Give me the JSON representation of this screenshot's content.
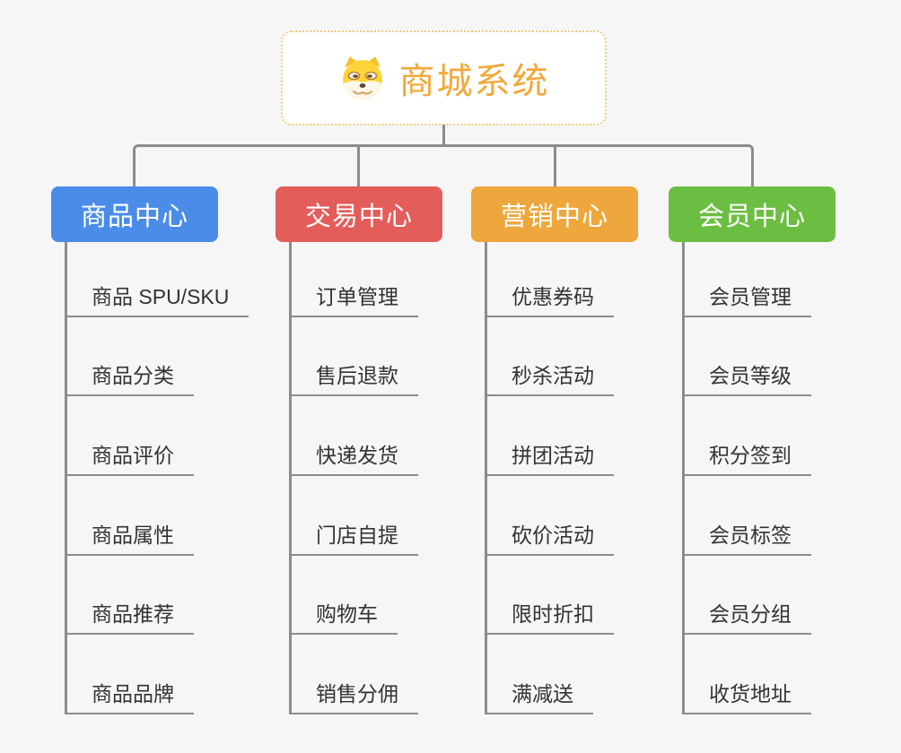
{
  "root": {
    "title": "商城系统",
    "icon": "doge-face-icon"
  },
  "branches": [
    {
      "id": "product-center",
      "label": "商品中心",
      "color": "#4a8ce8",
      "items": [
        "商品 SPU/SKU",
        "商品分类",
        "商品评价",
        "商品属性",
        "商品推荐",
        "商品品牌"
      ]
    },
    {
      "id": "trade-center",
      "label": "交易中心",
      "color": "#e35d5b",
      "items": [
        "订单管理",
        "售后退款",
        "快递发货",
        "门店自提",
        "购物车",
        "销售分佣"
      ]
    },
    {
      "id": "marketing-center",
      "label": "营销中心",
      "color": "#eea73c",
      "items": [
        "优惠券码",
        "秒杀活动",
        "拼团活动",
        "砍价活动",
        "限时折扣",
        "满减送"
      ]
    },
    {
      "id": "member-center",
      "label": "会员中心",
      "color": "#6cbe42",
      "items": [
        "会员管理",
        "会员等级",
        "积分签到",
        "会员标签",
        "会员分组",
        "收货地址"
      ]
    }
  ],
  "colors": {
    "background": "#f6f6f6",
    "connector": "#8c8c8c",
    "root_border": "#f2c879",
    "root_title": "#f2a93b",
    "leaf_text": "#333333",
    "header_text": "#ffffff"
  }
}
